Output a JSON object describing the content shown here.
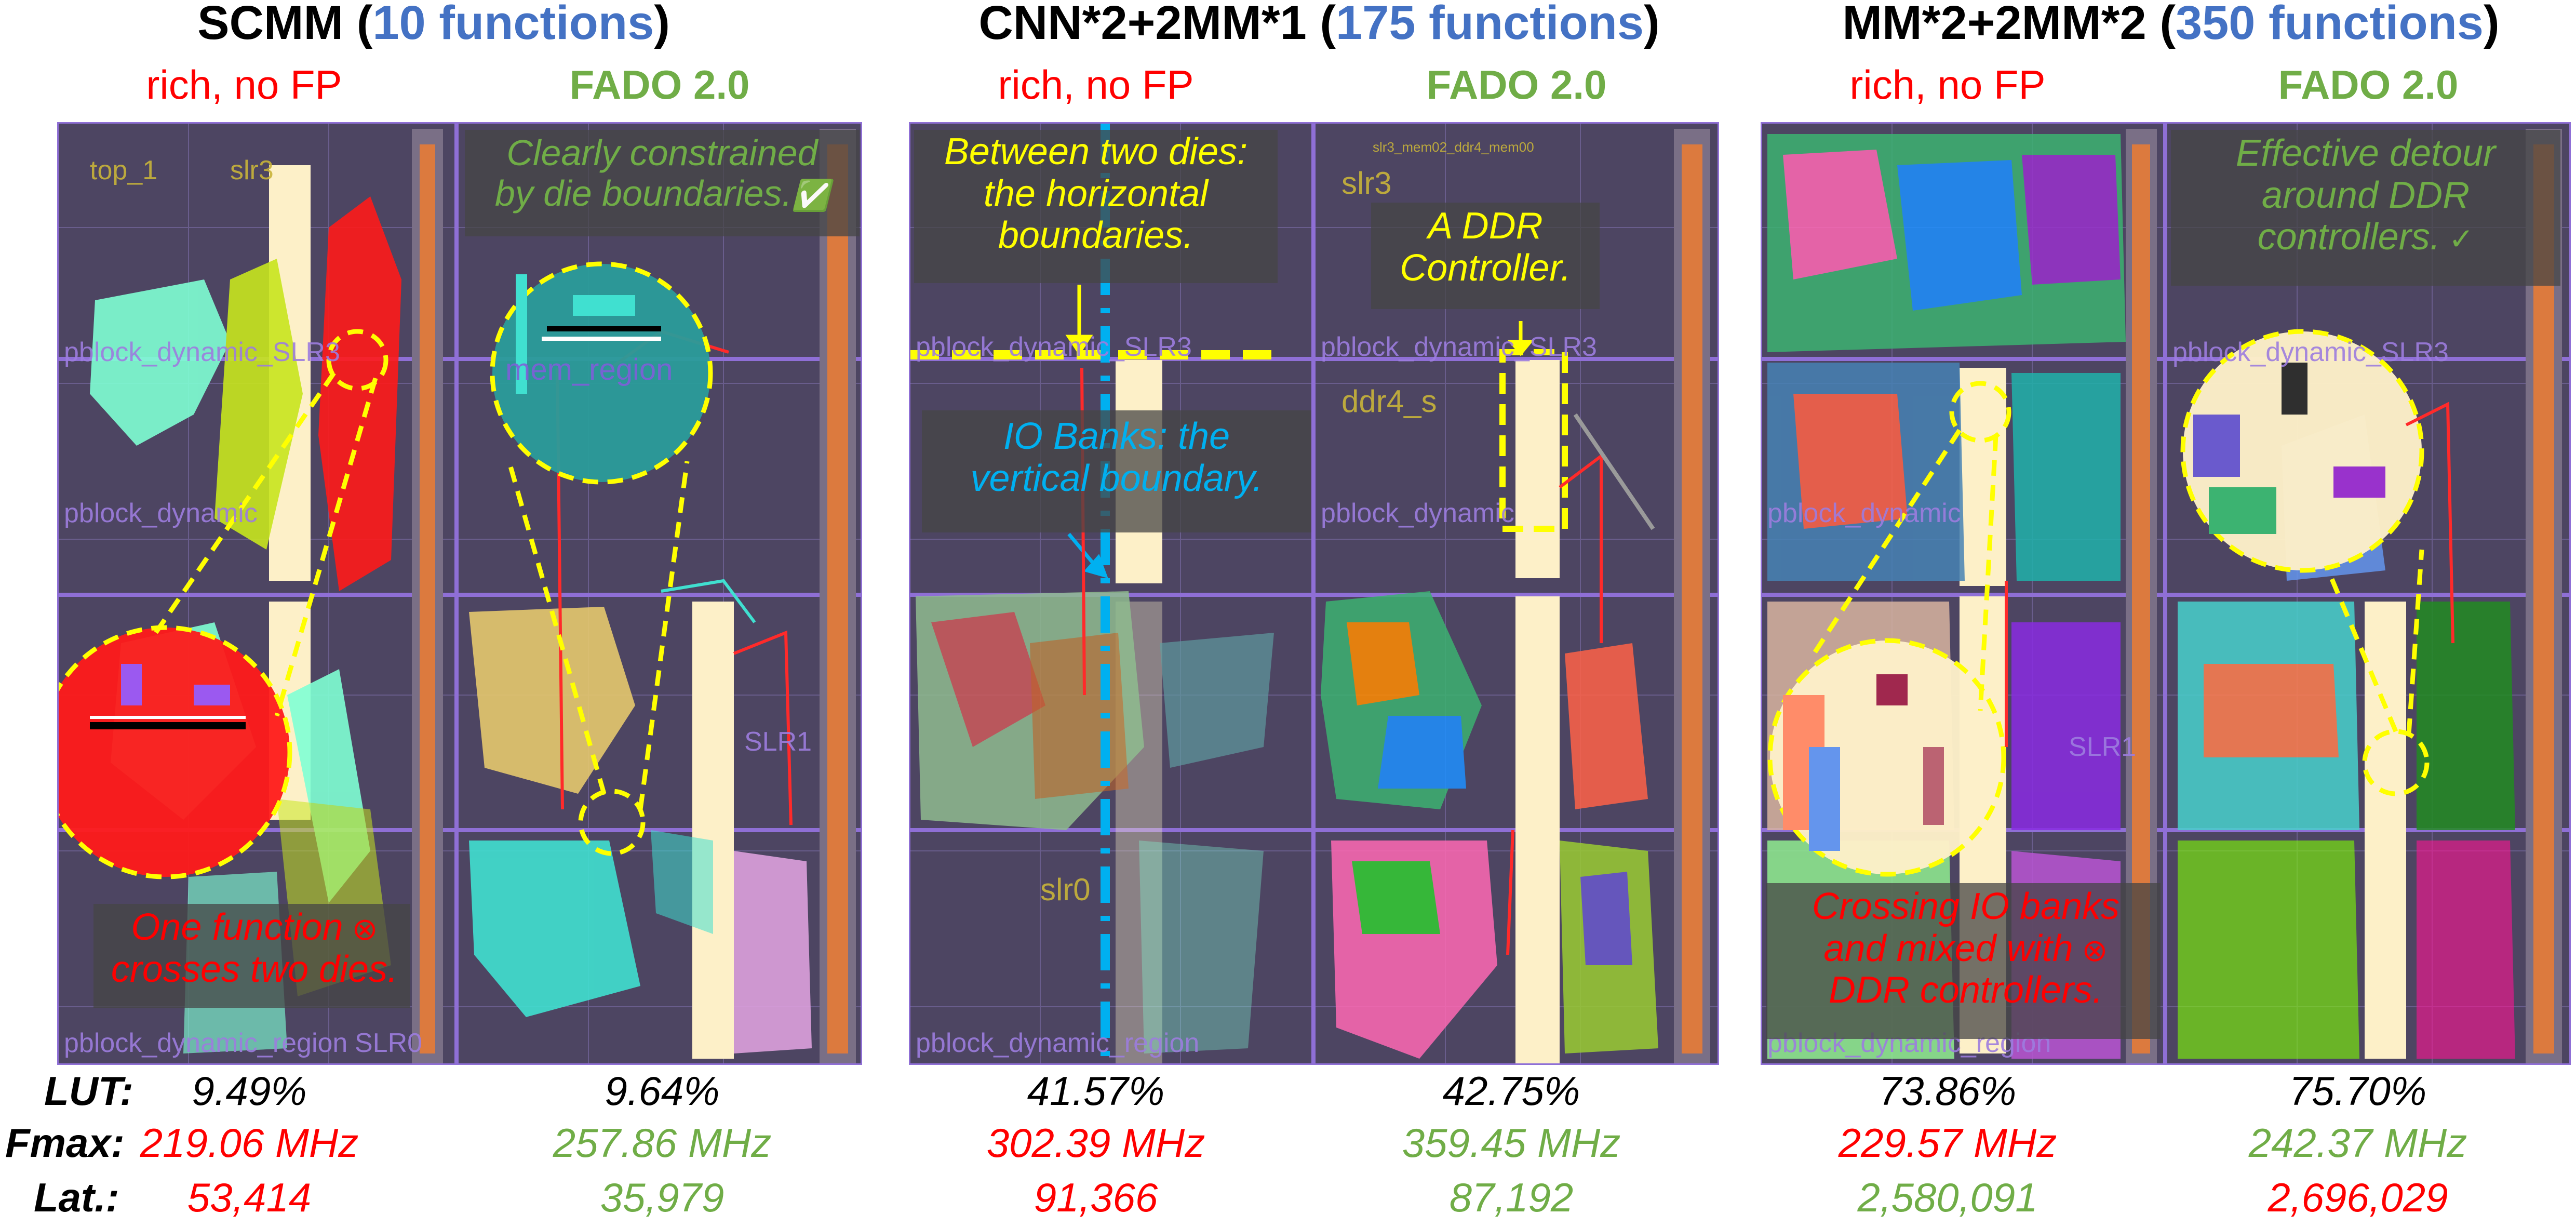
{
  "columns": [
    {
      "title_prefix": "SCMM (",
      "title_count": "10 functions",
      "title_suffix": ")"
    },
    {
      "title_prefix": "CNN*2+2MM*1 (",
      "title_count": "175 functions",
      "title_suffix": ")"
    },
    {
      "title_prefix": "MM*2+2MM*2 (",
      "title_count": "350 functions",
      "title_suffix": ")"
    }
  ],
  "subtitles": {
    "baseline": "rich, no FP",
    "fado": "FADO 2.0"
  },
  "annotations": {
    "clearly_constrained": [
      "Clearly constrained",
      "by die boundaries."
    ],
    "one_function": [
      "One function",
      "crosses two dies."
    ],
    "between_dies": [
      "Between two dies:",
      "the horizontal",
      "boundaries."
    ],
    "io_banks": [
      "IO Banks: the",
      "vertical boundary."
    ],
    "ddr_controller": [
      "A DDR",
      "Controller."
    ],
    "effective_detour": [
      "Effective detour",
      "around DDR",
      "controllers."
    ],
    "crossing_io": [
      "Crossing IO banks",
      "and mixed with",
      "DDR controllers."
    ]
  },
  "overlay_labels": {
    "top_1": "top_1",
    "slr3": "slr3",
    "slr0": "slr0",
    "ddr4": "ddr4_s",
    "pblock_slr3": "pblock_dynamic_SLR3",
    "pblock_dyn": "pblock_dynamic",
    "pblock_region": "pblock_dynamic_region",
    "pblock_slr1": "SLR1",
    "pblock_slr0": "SLR0",
    "mem_region": "mem_region",
    "mem02": "slr3_mem02_ddr4_mem00"
  },
  "metrics": {
    "labels": {
      "lut": "LUT:",
      "fmax": "Fmax:",
      "lat": "Lat.:"
    },
    "values": [
      {
        "lut": "9.49%",
        "fmax": "219.06 MHz",
        "lat": "53,414"
      },
      {
        "lut": "9.64%",
        "fmax": "257.86 MHz",
        "lat": "35,979"
      },
      {
        "lut": "41.57%",
        "fmax": "302.39 MHz",
        "lat": "91,366"
      },
      {
        "lut": "42.75%",
        "fmax": "359.45 MHz",
        "lat": "87,192"
      },
      {
        "lut": "73.86%",
        "fmax": "229.57 MHz",
        "lat": "2,580,091"
      },
      {
        "lut": "75.70%",
        "fmax": "242.37 MHz",
        "lat": "2,696,029"
      }
    ],
    "colors": {
      "lut": [
        "#000000",
        "#000000",
        "#000000",
        "#000000",
        "#000000",
        "#000000"
      ],
      "fmax": [
        "#ff0000",
        "#70ad47",
        "#ff0000",
        "#70ad47",
        "#ff0000",
        "#70ad47"
      ],
      "lat": [
        "#ff0000",
        "#70ad47",
        "#ff0000",
        "#70ad47",
        "#70ad47",
        "#ff0000"
      ]
    }
  },
  "colors": {
    "blue_accent": "#4472c4",
    "red": "#ff0000",
    "green": "#70ad47",
    "yellow": "#ffff00",
    "cyan": "#00b0f0",
    "panel_bg": "#4d4562",
    "die_boundary": "#8f6fd6",
    "ddr_column": "#fdf0c8",
    "io_column": "#ed7d31"
  },
  "icons": {
    "check": "check-circle-icon",
    "cross": "cross-circle-icon"
  }
}
